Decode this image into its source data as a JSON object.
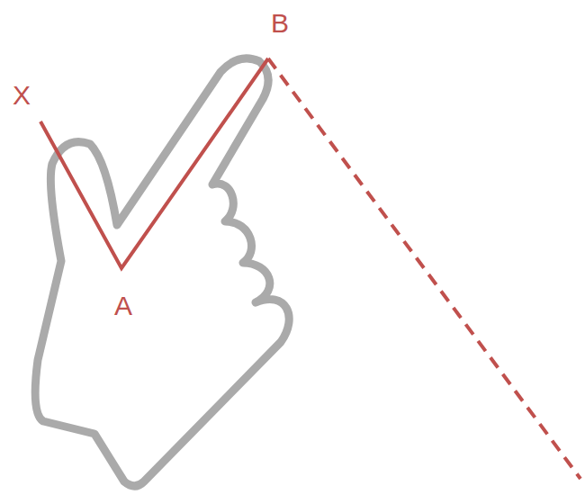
{
  "diagram": {
    "labels": [
      "X",
      "A",
      "B"
    ]
  }
}
